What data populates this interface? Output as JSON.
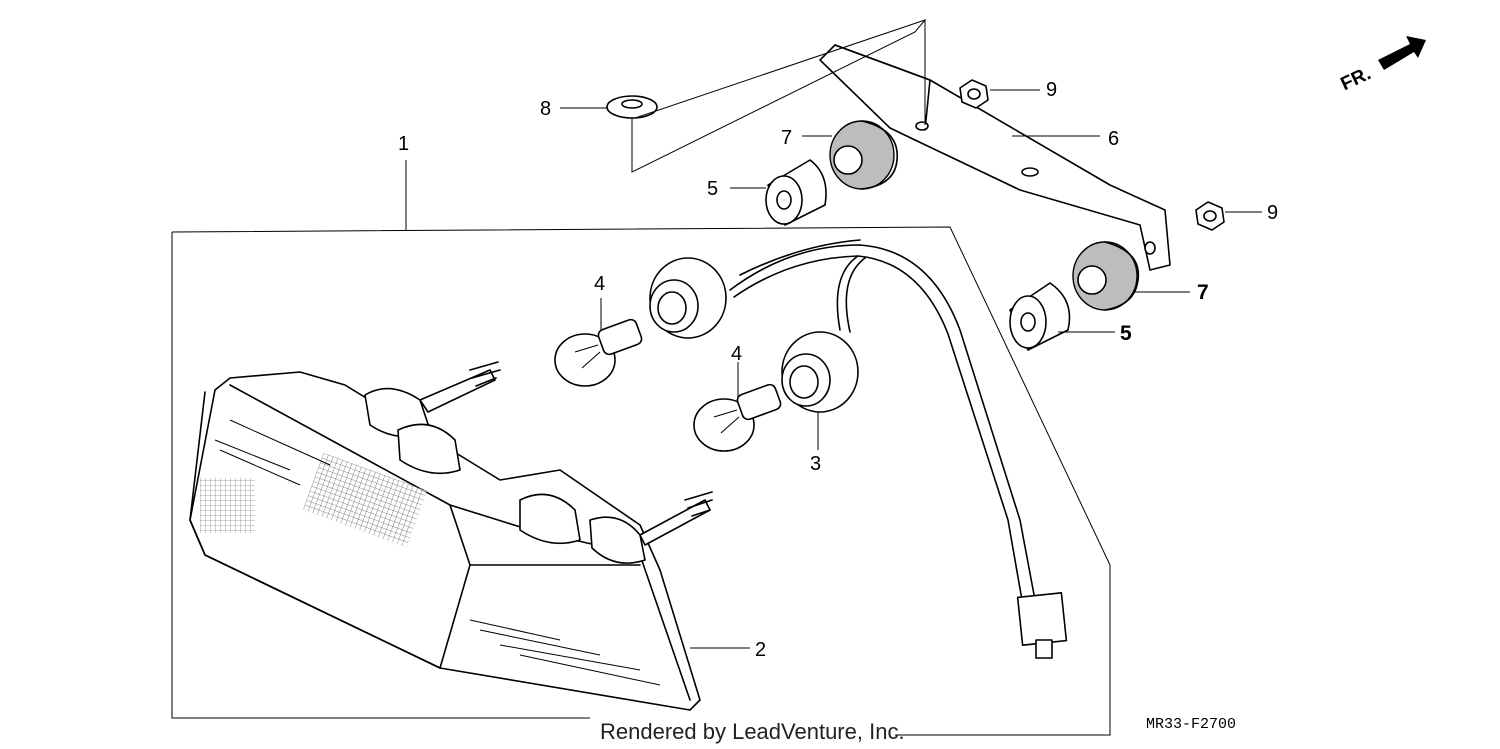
{
  "diagram": {
    "callouts": {
      "c1": "1",
      "c2": "2",
      "c3": "3",
      "c4a": "4",
      "c4b": "4",
      "c5a": "5",
      "c5b": "5",
      "c6": "6",
      "c7a": "7",
      "c7b": "7",
      "c8": "8",
      "c9a": "9",
      "c9b": "9"
    },
    "direction_label": "FR.",
    "diagram_code": "MR33-F2700",
    "credit": "Rendered by LeadVenture, Inc."
  }
}
